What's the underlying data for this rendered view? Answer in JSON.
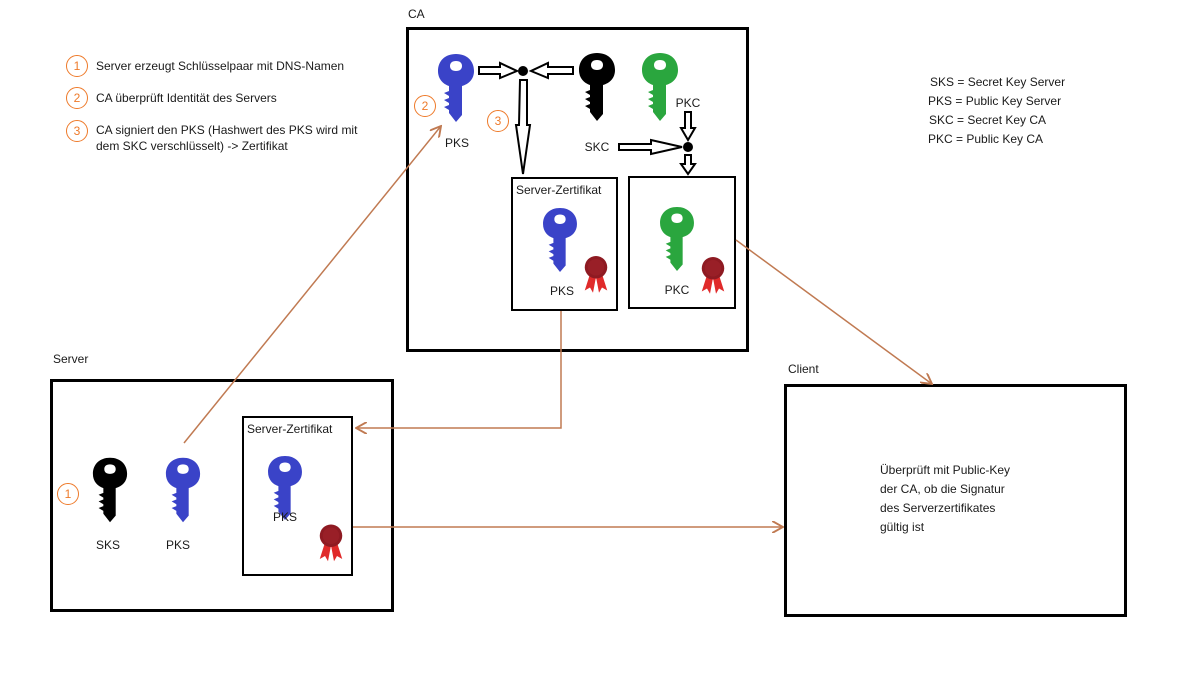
{
  "colors": {
    "pks_key": "#3a43c8",
    "skc_key": "#000000",
    "pkc_key": "#2aa63e",
    "sks_key": "#000000",
    "seal": "#8e1a22",
    "ribbon": "#e02a2a",
    "flow_arrow": "#c07a52",
    "step_badge": "#ee7a2a"
  },
  "steps": [
    {
      "number": "1",
      "text": "Server erzeugt Schlüsselpaar mit DNS-Namen"
    },
    {
      "number": "2",
      "text": "CA überprüft Identität des Servers"
    },
    {
      "number": "3",
      "text_line1": "CA signiert den PKS (Hashwert des PKS wird mit",
      "text_line2": "dem SKC verschlüsselt) -> Zertifikat"
    }
  ],
  "legend": [
    "SKS = Secret Key Server",
    "PKS = Public Key Server",
    "SKC = Secret Key CA",
    "PKC = Public Key CA"
  ],
  "ca": {
    "title": "CA",
    "step2_badge": "2",
    "step3_badge": "3",
    "keys": {
      "pks": {
        "label": "PKS",
        "icon": "key-icon"
      },
      "skc": {
        "label": "SKC",
        "icon": "key-icon"
      },
      "pkc": {
        "label": "PKC",
        "icon": "key-icon"
      }
    },
    "server_certificate": {
      "title": "Server-Zertifikat",
      "key_label": "PKS"
    },
    "ca_certificate": {
      "key_label": "PKC"
    }
  },
  "server": {
    "title": "Server",
    "step1_badge": "1",
    "keys": {
      "sks": {
        "label": "SKS"
      },
      "pks": {
        "label": "PKS"
      }
    },
    "server_certificate": {
      "title": "Server-Zertifikat",
      "key_label": "PKS"
    }
  },
  "client": {
    "title": "Client",
    "text_lines": [
      "Überprüft mit Public-Key",
      "der CA, ob die Signatur",
      "des Serverzertifikates",
      "gültig ist"
    ]
  }
}
